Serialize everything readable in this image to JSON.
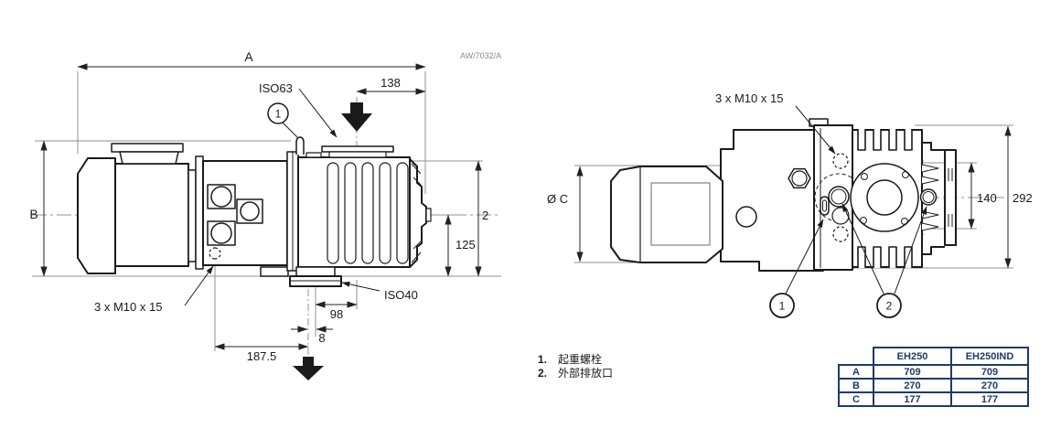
{
  "drawing": {
    "ref": "AW/7032/A"
  },
  "left_view": {
    "dim_a": "A",
    "dim_b": "B",
    "dim_138": "138",
    "dim_125": "125",
    "dim_right_clipped": "2",
    "dim_98": "98",
    "dim_8": "8",
    "dim_187_5": "187.5",
    "label_iso63": "ISO63",
    "label_iso40": "ISO40",
    "label_bolts": "3 x M10 x 15",
    "callout_1": "1"
  },
  "right_view": {
    "label_bolts": "3 x M10 x 15",
    "dim_dia_c": "Ø C",
    "dim_140": "140",
    "dim_292": "292",
    "callout_1": "1",
    "callout_2": "2"
  },
  "notes": {
    "items": [
      {
        "num": "1.",
        "text": "起重螺栓"
      },
      {
        "num": "2.",
        "text": "外部排放口"
      }
    ]
  },
  "table": {
    "col_headers": [
      "EH250",
      "EH250IND"
    ],
    "rows": [
      {
        "label": "A",
        "c1": "709",
        "c2": "709"
      },
      {
        "label": "B",
        "c1": "270",
        "c2": "270"
      },
      {
        "label": "C",
        "c1": "177",
        "c2": "177"
      }
    ]
  },
  "colors": {
    "line": "#1a1a1a",
    "dim": "#222222",
    "aux": "#909090",
    "table": "#1f3a68"
  }
}
